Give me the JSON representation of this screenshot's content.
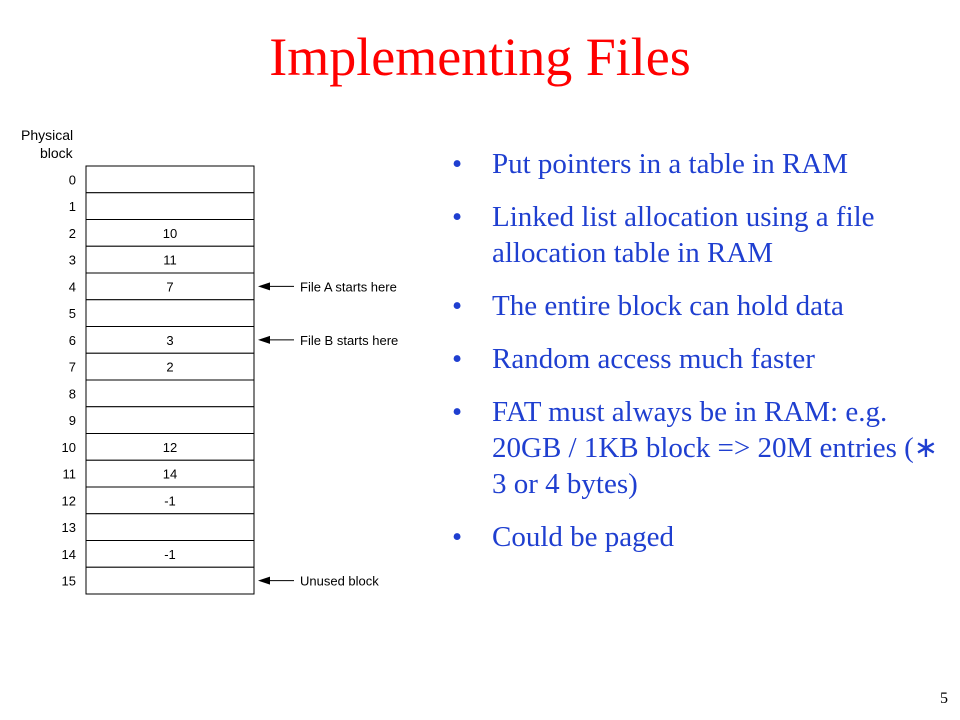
{
  "title": "Implementing Files",
  "diagram": {
    "header_line1": "Physical",
    "header_line2": "block",
    "rows": [
      {
        "block": "0",
        "value": ""
      },
      {
        "block": "1",
        "value": ""
      },
      {
        "block": "2",
        "value": "10"
      },
      {
        "block": "3",
        "value": "11"
      },
      {
        "block": "4",
        "value": "7"
      },
      {
        "block": "5",
        "value": ""
      },
      {
        "block": "6",
        "value": "3"
      },
      {
        "block": "7",
        "value": "2"
      },
      {
        "block": "8",
        "value": ""
      },
      {
        "block": "9",
        "value": ""
      },
      {
        "block": "10",
        "value": "12"
      },
      {
        "block": "11",
        "value": "14"
      },
      {
        "block": "12",
        "value": "-1"
      },
      {
        "block": "13",
        "value": ""
      },
      {
        "block": "14",
        "value": "-1"
      },
      {
        "block": "15",
        "value": ""
      }
    ],
    "annotations": [
      {
        "row": 4,
        "label": "File A starts here"
      },
      {
        "row": 6,
        "label": "File B starts here"
      },
      {
        "row": 15,
        "label": "Unused block"
      }
    ]
  },
  "bullets": [
    {
      "dot": "•",
      "text": "Put pointers in a table in RAM"
    },
    {
      "dot": "•",
      "text": "Linked list allocation using a file allocation table in RAM"
    },
    {
      "dot": "•",
      "text": "The entire block can hold data"
    },
    {
      "dot": "•",
      "text": "Random access much faster"
    },
    {
      "dot": "•",
      "text": "FAT must always be in RAM: e.g. 20GB / 1KB block => 20M entries (∗ 3 or 4 bytes)"
    },
    {
      "dot": "•",
      "text": "Could be paged"
    }
  ],
  "page_number": "5"
}
